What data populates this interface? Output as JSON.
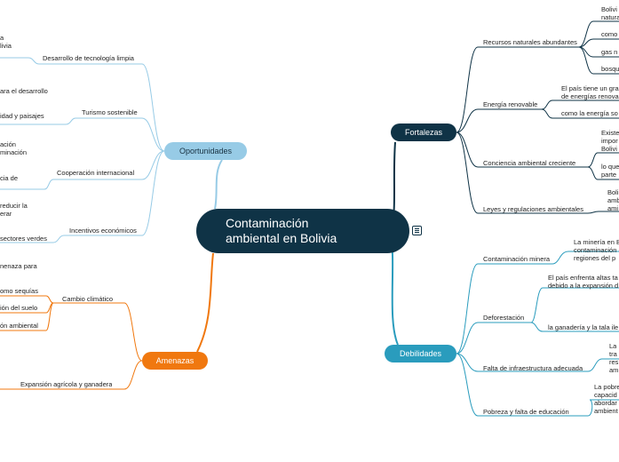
{
  "central": {
    "line1": "Contaminación",
    "line2": "ambiental en Bolivia"
  },
  "fortalezas": {
    "label": "Fortalezas",
    "recursos": {
      "label": "Recursos naturales abundantes",
      "items": [
        "Bolivi",
        "natura",
        "como",
        "gas n",
        "bosqu"
      ]
    },
    "energia": {
      "label": "Energía renovable",
      "items": [
        "El país tiene un gra",
        "de energías renova",
        "como la energía so"
      ]
    },
    "conciencia": {
      "label": "Conciencia ambiental creciente",
      "items": [
        "Existe",
        "impor",
        "Bolivi",
        "lo que",
        "parte"
      ]
    },
    "leyes": {
      "label": "Leyes y regulaciones ambientales",
      "items": [
        "Boli",
        "amb",
        "ami"
      ]
    }
  },
  "debilidades": {
    "label": "Debilidades",
    "mineria": {
      "label": "Contaminación minera",
      "items": [
        "La minería en B",
        "contaminación",
        "regiones del p"
      ]
    },
    "deforestacion": {
      "label": "Deforestación",
      "items": [
        "El país enfrenta altas ta",
        "debido a la expansión d",
        "la ganadería y la tala ile"
      ]
    },
    "infraestructura": {
      "label": "Falta de infraestructura adecuada",
      "items": [
        "La",
        "tra",
        "res",
        "am"
      ]
    },
    "pobreza": {
      "label": "Pobreza y falta de educación",
      "items": [
        "La pobre",
        "capacid",
        "abordar",
        "ambient"
      ]
    }
  },
  "oportunidades": {
    "label": "Oportunidades",
    "tecnologia": {
      "label": "Desarrollo de tecnología limpia",
      "items": [
        "a",
        "livia"
      ]
    },
    "turismo": {
      "label": "Turismo sostenible",
      "items": [
        "ara el desarrollo",
        "idad y paisajes"
      ]
    },
    "cooperacion": {
      "label": "Cooperación internacional",
      "items": [
        "ación",
        "minación",
        "cia de"
      ]
    },
    "incentivos": {
      "label": "Incentivos económicos",
      "items": [
        "reducir la",
        "erar",
        "sectores verdes"
      ]
    }
  },
  "amenazas": {
    "label": "Amenazas",
    "cambio": {
      "label": "Cambio climático",
      "items": [
        "nenaza para",
        "omo sequías",
        "ión del suelo",
        "ón ambiental"
      ]
    },
    "expansion": {
      "label": "Expansión agrícola y ganadera"
    }
  },
  "colors": {
    "fortalezas": "#0f3346",
    "debilidades": "#2a9cbd",
    "oportunidades": "#97cbe6",
    "amenazas": "#f0780f"
  }
}
